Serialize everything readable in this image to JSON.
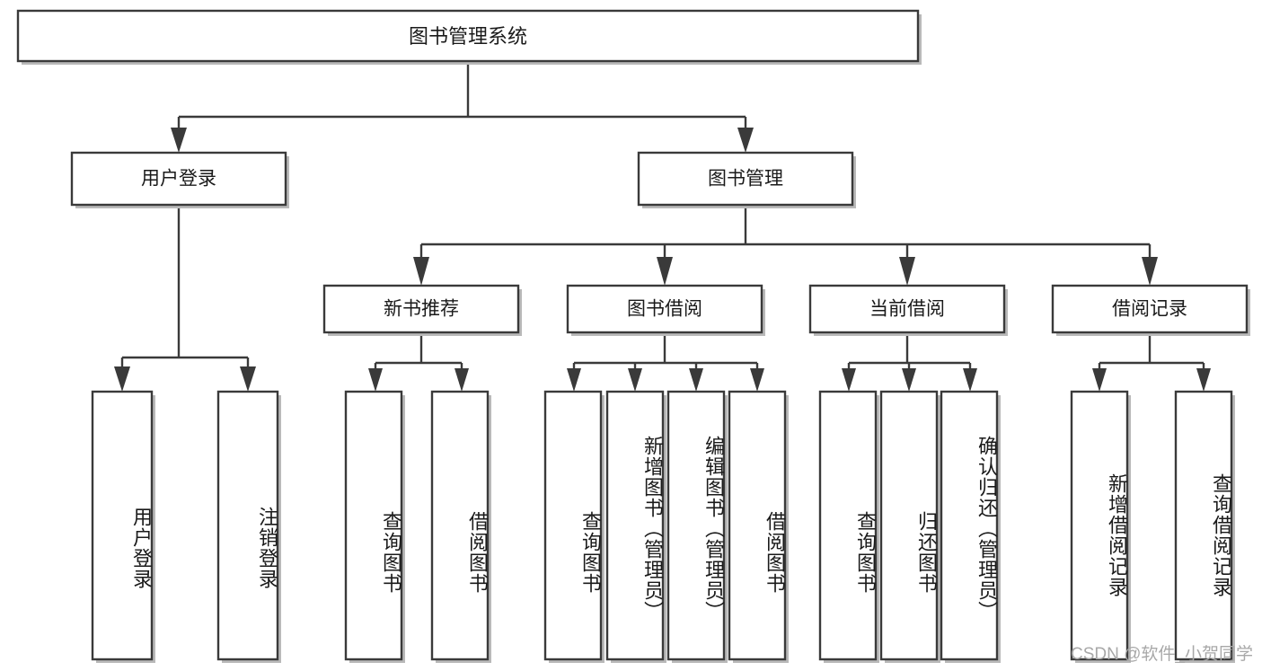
{
  "diagram": {
    "title": "图书管理系统",
    "type": "hierarchy-tree",
    "orientation": "top-down"
  },
  "nodes": {
    "root": {
      "label": "图书管理系统"
    },
    "level1": [
      {
        "id": "user-login",
        "label": "用户登录"
      },
      {
        "id": "book-manage",
        "label": "图书管理"
      }
    ],
    "level2": [
      {
        "id": "new-book-recommend",
        "label": "新书推荐"
      },
      {
        "id": "book-borrow",
        "label": "图书借阅"
      },
      {
        "id": "current-borrow",
        "label": "当前借阅"
      },
      {
        "id": "borrow-record",
        "label": "借阅记录"
      }
    ],
    "leaves": {
      "user_login": [
        {
          "id": "leaf-user-login",
          "label": "用户登录"
        },
        {
          "id": "leaf-logout",
          "label": "注销登录"
        }
      ],
      "new_book_recommend": [
        {
          "id": "leaf-query-book-1",
          "label": "查询图书"
        },
        {
          "id": "leaf-borrow-book-1",
          "label": "借阅图书"
        }
      ],
      "book_borrow": [
        {
          "id": "leaf-query-book-2",
          "label": "查询图书"
        },
        {
          "id": "leaf-add-book",
          "label": "新增图书（管理员）"
        },
        {
          "id": "leaf-edit-book",
          "label": "编辑图书（管理员）"
        },
        {
          "id": "leaf-borrow-book-2",
          "label": "借阅图书"
        }
      ],
      "current_borrow": [
        {
          "id": "leaf-query-book-3",
          "label": "查询图书"
        },
        {
          "id": "leaf-return-book",
          "label": "归还图书"
        },
        {
          "id": "leaf-confirm-return",
          "label": "确认归还（管理员）"
        }
      ],
      "borrow_record": [
        {
          "id": "leaf-add-record",
          "label": "新增借阅记录"
        },
        {
          "id": "leaf-query-record",
          "label": "查询借阅记录"
        }
      ]
    }
  },
  "watermark": {
    "text": "CSDN @软件_小贺同学"
  },
  "colors": {
    "stroke": "#3a3a3a",
    "fill": "#ffffff",
    "shadow": "#b9b9b9",
    "text": "#1a1a1a",
    "watermark": "#a8a8a8"
  }
}
